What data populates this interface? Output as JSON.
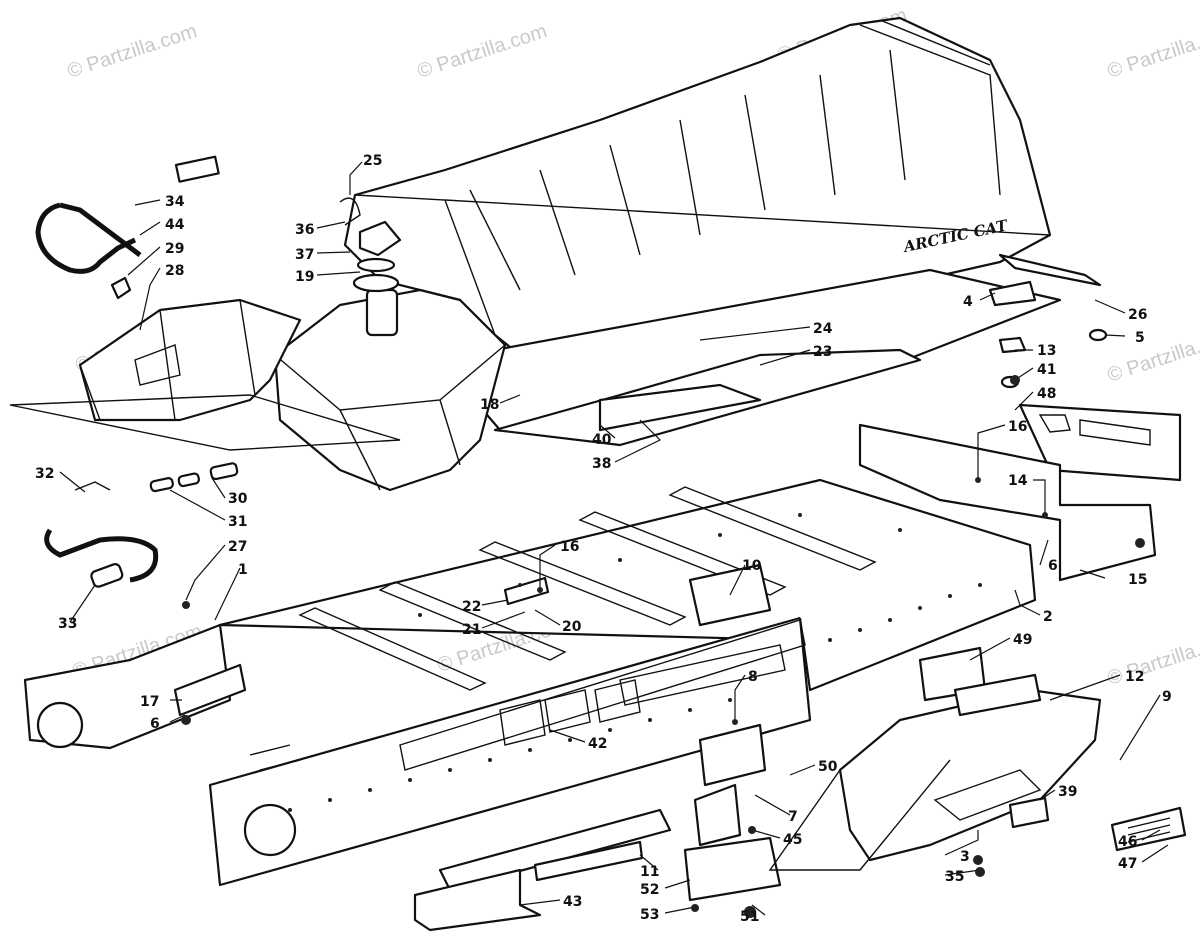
{
  "watermark": "© Partzilla.com",
  "seat_brand": "ARCTIC CAT",
  "callouts": [
    {
      "num": "25"
    },
    {
      "num": "34"
    },
    {
      "num": "44"
    },
    {
      "num": "29"
    },
    {
      "num": "28"
    },
    {
      "num": "36"
    },
    {
      "num": "37"
    },
    {
      "num": "19"
    },
    {
      "num": "4"
    },
    {
      "num": "26"
    },
    {
      "num": "5"
    },
    {
      "num": "24"
    },
    {
      "num": "23"
    },
    {
      "num": "13"
    },
    {
      "num": "41"
    },
    {
      "num": "48"
    },
    {
      "num": "18"
    },
    {
      "num": "40"
    },
    {
      "num": "38"
    },
    {
      "num": "16"
    },
    {
      "num": "14"
    },
    {
      "num": "6"
    },
    {
      "num": "32"
    },
    {
      "num": "30"
    },
    {
      "num": "31"
    },
    {
      "num": "27"
    },
    {
      "num": "1"
    },
    {
      "num": "16"
    },
    {
      "num": "10"
    },
    {
      "num": "15"
    },
    {
      "num": "33"
    },
    {
      "num": "22"
    },
    {
      "num": "21"
    },
    {
      "num": "20"
    },
    {
      "num": "2"
    },
    {
      "num": "49"
    },
    {
      "num": "17"
    },
    {
      "num": "6"
    },
    {
      "num": "8"
    },
    {
      "num": "12"
    },
    {
      "num": "9"
    },
    {
      "num": "42"
    },
    {
      "num": "50"
    },
    {
      "num": "39"
    },
    {
      "num": "7"
    },
    {
      "num": "45"
    },
    {
      "num": "3"
    },
    {
      "num": "46"
    },
    {
      "num": "47"
    },
    {
      "num": "11"
    },
    {
      "num": "35"
    },
    {
      "num": "52"
    },
    {
      "num": "43"
    },
    {
      "num": "53"
    },
    {
      "num": "51"
    }
  ]
}
